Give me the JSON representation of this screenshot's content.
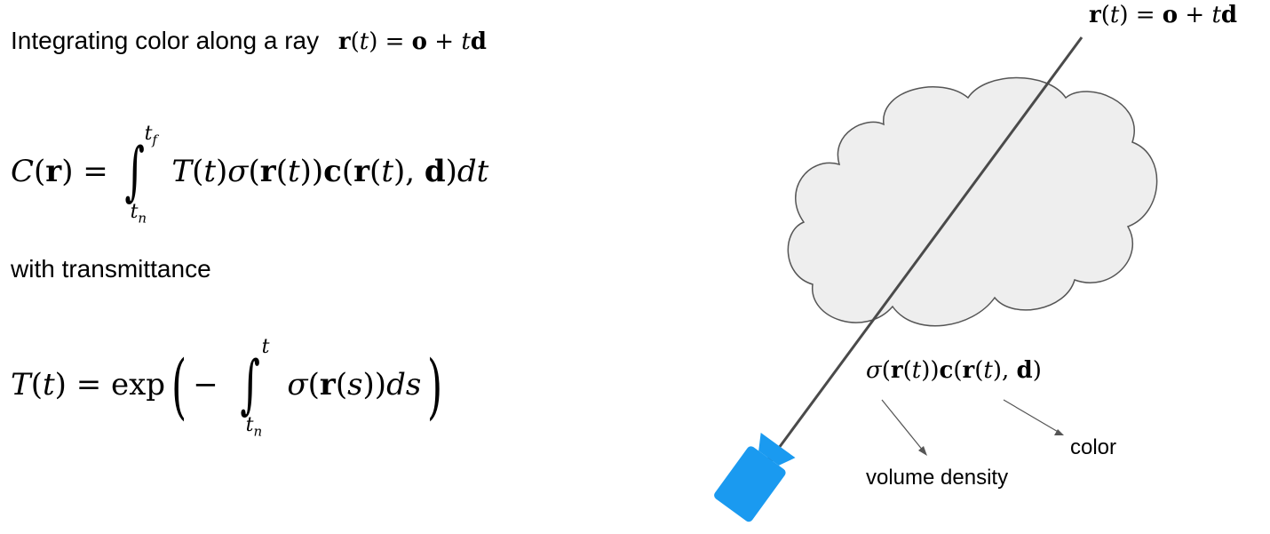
{
  "heading": {
    "text": "Integrating color along a ray",
    "ray_eq": "r(t) = o + td"
  },
  "equation_C": {
    "lhs": "C(r) =",
    "integrand": "T(t)σ(r(t))c(r(t), d)dt",
    "upper": "t",
    "upper_sub": "f",
    "lower": "t",
    "lower_sub": "n"
  },
  "transmittance": {
    "text": "with transmittance"
  },
  "equation_T": {
    "lhs": "T(t) = exp",
    "minus": "−",
    "integrand": "σ(r(s))ds",
    "upper": "t",
    "lower": "t",
    "lower_sub": "n"
  },
  "diagram": {
    "ray_label": "r(t) = o + td",
    "field_label": "σ(r(t))c(r(t), d)",
    "density_label": "volume density",
    "color_label": "color",
    "colors": {
      "cloud_fill": "#eeeeee",
      "cloud_stroke": "#555555",
      "ray": "#4a4a4a",
      "camera": "#1a9af0"
    }
  }
}
